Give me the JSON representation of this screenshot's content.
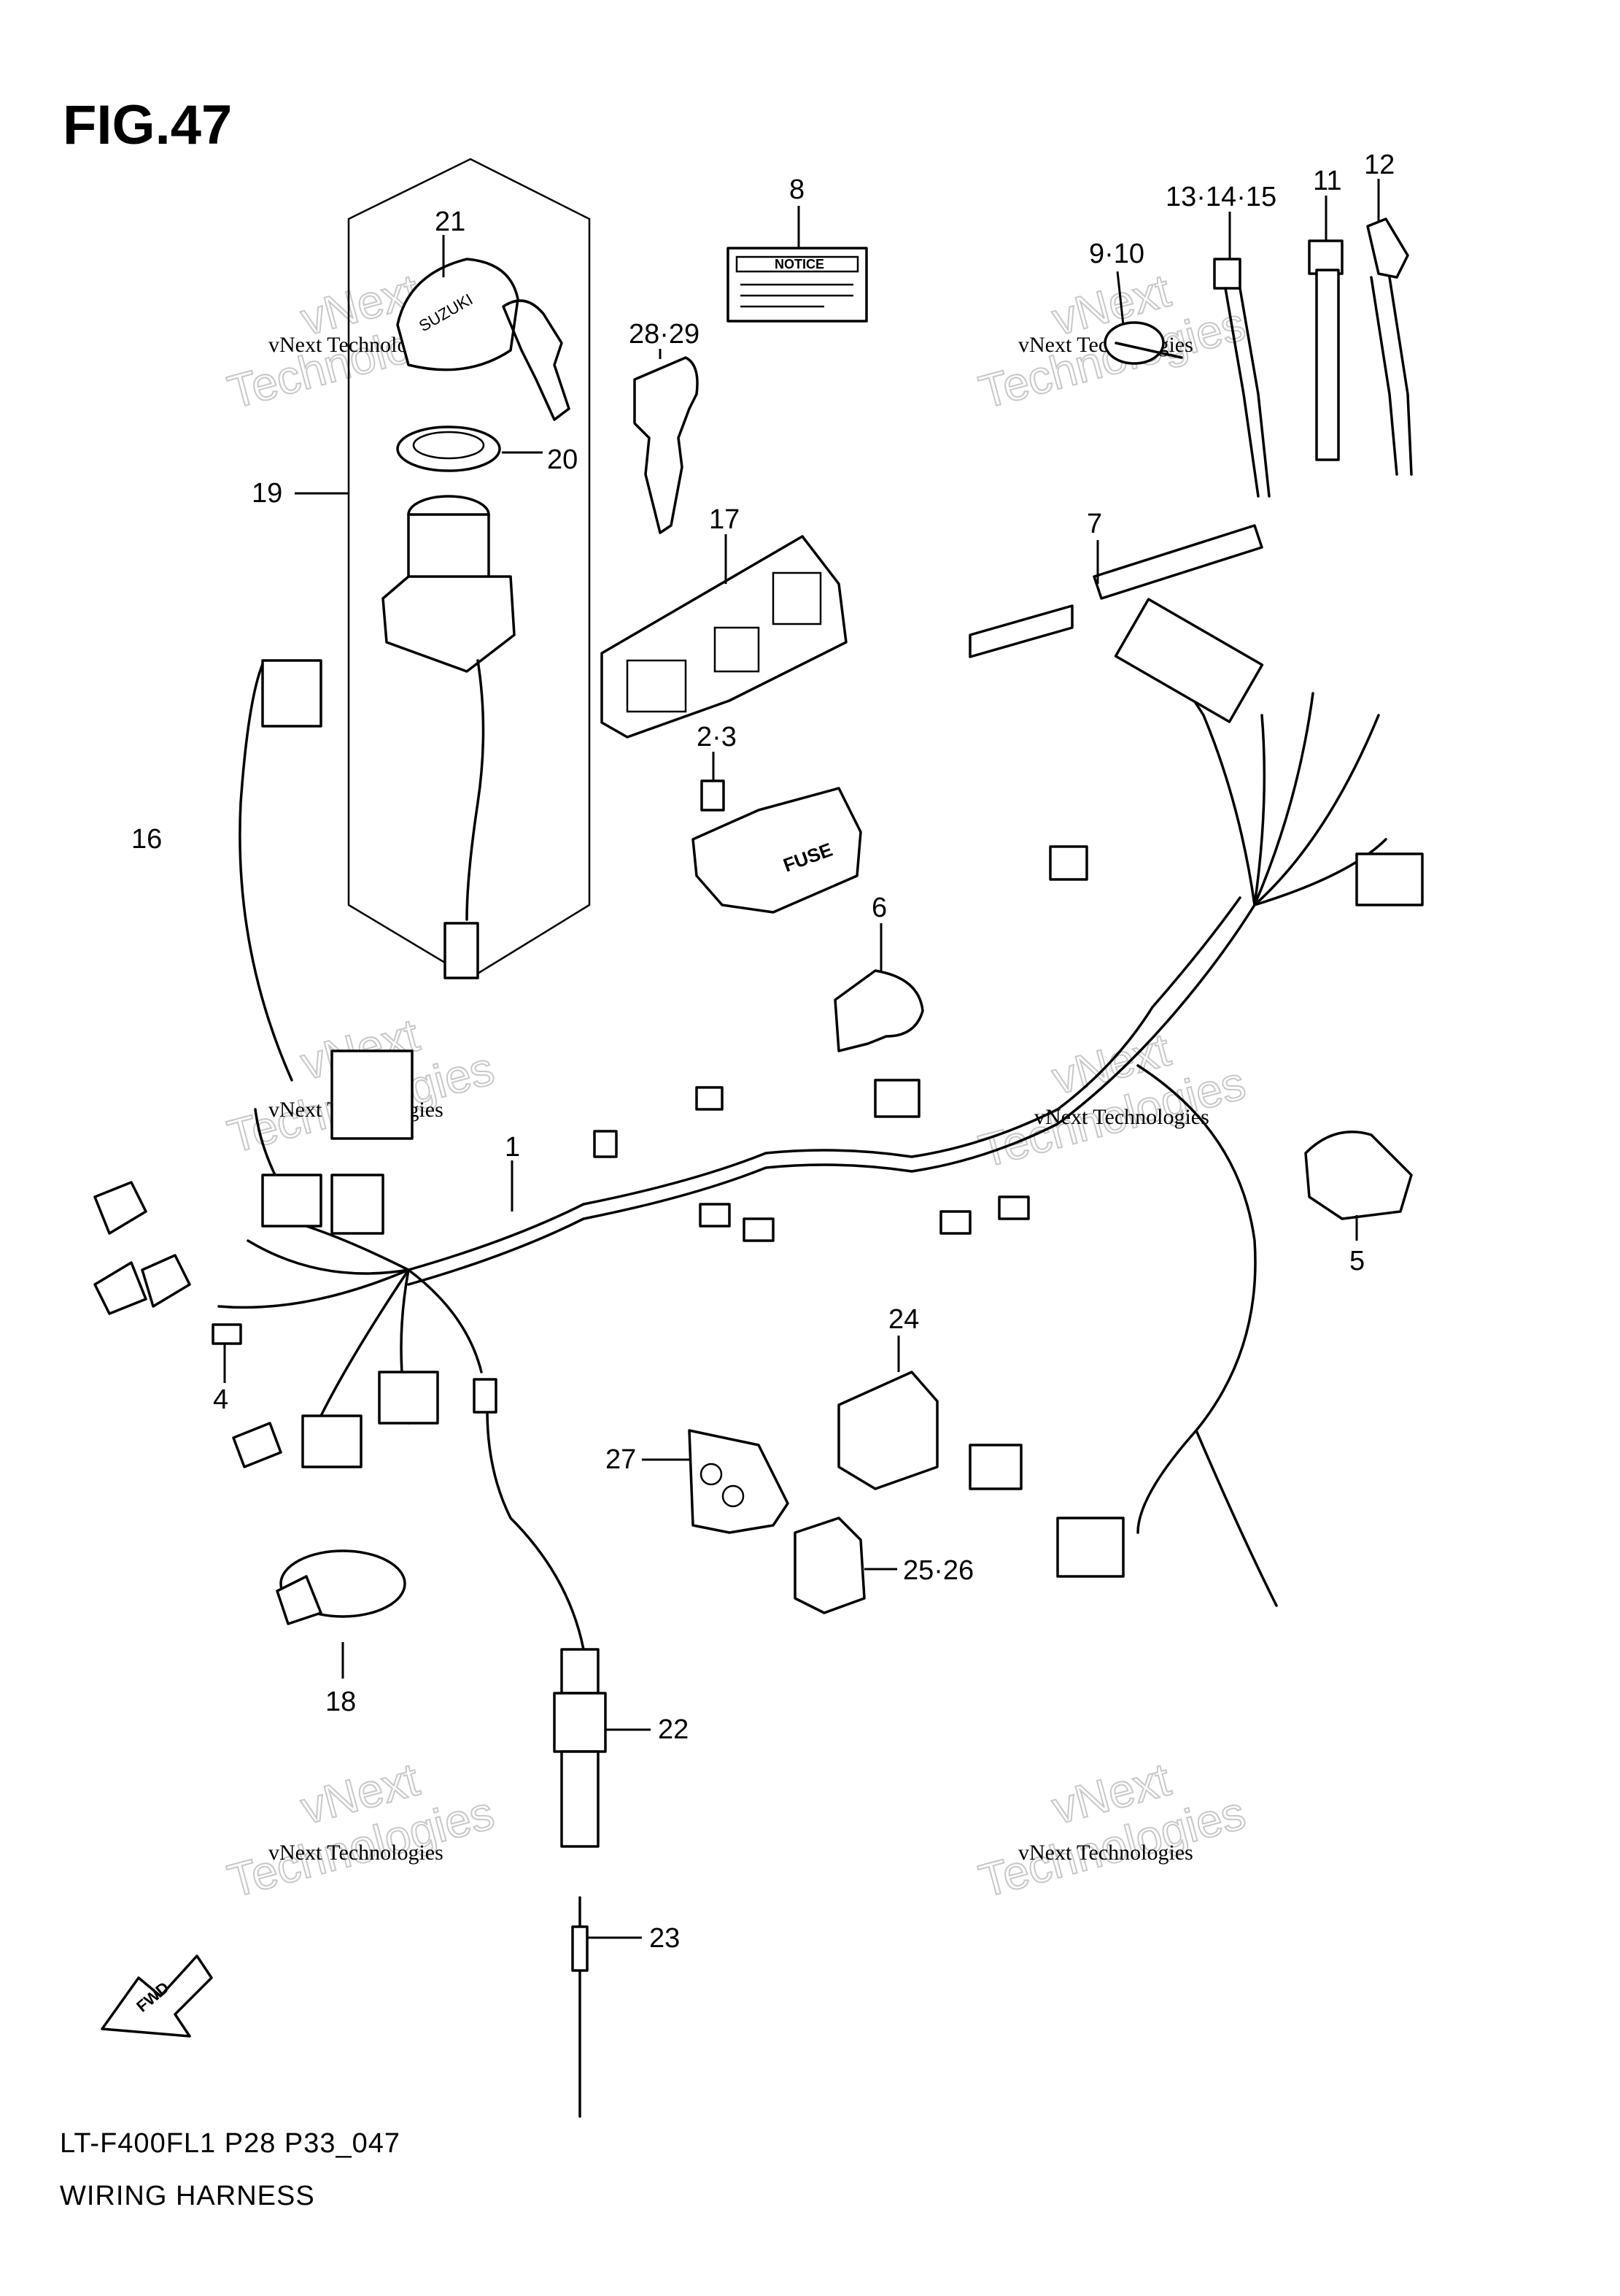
{
  "figure": {
    "title": "FIG.47",
    "model_code": "LT-F400FL1 P28 P33_047",
    "name": "WIRING HARNESS"
  },
  "callouts": [
    {
      "id": "c1",
      "label": "1"
    },
    {
      "id": "c2",
      "label": "2·3"
    },
    {
      "id": "c4",
      "label": "4"
    },
    {
      "id": "c5",
      "label": "5"
    },
    {
      "id": "c6",
      "label": "6"
    },
    {
      "id": "c7",
      "label": "7"
    },
    {
      "id": "c8",
      "label": "8"
    },
    {
      "id": "c9",
      "label": "9·10"
    },
    {
      "id": "c11",
      "label": "11"
    },
    {
      "id": "c12",
      "label": "12"
    },
    {
      "id": "c13",
      "label": "13·14·15"
    },
    {
      "id": "c16",
      "label": "16"
    },
    {
      "id": "c17",
      "label": "17"
    },
    {
      "id": "c18",
      "label": "18"
    },
    {
      "id": "c19",
      "label": "19"
    },
    {
      "id": "c20",
      "label": "20"
    },
    {
      "id": "c21",
      "label": "21"
    },
    {
      "id": "c22",
      "label": "22"
    },
    {
      "id": "c23",
      "label": "23"
    },
    {
      "id": "c24",
      "label": "24"
    },
    {
      "id": "c25",
      "label": "25·26"
    },
    {
      "id": "c27",
      "label": "27"
    },
    {
      "id": "c28",
      "label": "28·29"
    }
  ],
  "part_text": {
    "notice_label": "NOTICE",
    "fuse_label": "FUSE",
    "key_brand": "SUZUKI",
    "fwd_arrow": "FWD"
  },
  "watermark": {
    "line1": "vNext Technologies",
    "line2": "vNext",
    "line3": "Technologies"
  }
}
